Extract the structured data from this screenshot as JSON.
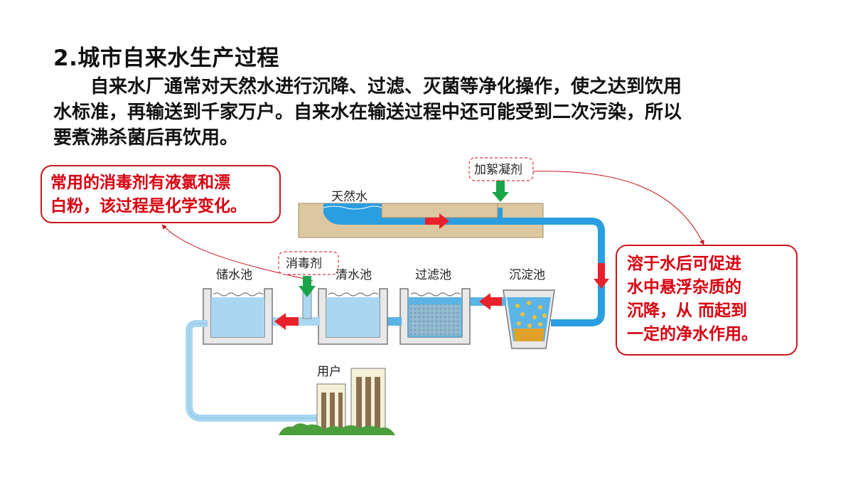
{
  "title": "2.城市自来水生产过程",
  "paragraph": [
    "　　自来水厂通常对天然水进行沉降、过滤、灭菌等净化操作，使之达到饮用",
    "水标准，再输送到千家万户。自来水在输送过程中还可能受到二次污染，所以",
    "要煮沸杀菌后再饮用。"
  ],
  "callout_left": [
    "常用的消毒剂有液氯和漂",
    "白粉，该过程是化学变化。"
  ],
  "callout_right": [
    "溶于水后可促进",
    "水中悬浮杂质的",
    "沉降，从 而起到",
    "一定的净水作用。"
  ],
  "diagram": {
    "natural_water": "天然水",
    "coagulant": "加絮凝剂",
    "disinfectant": "消毒剂",
    "storage_tank": "储水池",
    "clear_tank": "清水池",
    "filter_tank": "过滤池",
    "settling_tank": "沉淀池",
    "users": "用户"
  },
  "colors": {
    "water": "#5ab4e5",
    "pipe": "#2a9ee0",
    "arrow_red": "#e8212a",
    "arrow_green": "#1aa54a",
    "callout_border": "#c8161d",
    "callout_text": "#d7000f",
    "dashed_border": "#d9343c"
  }
}
